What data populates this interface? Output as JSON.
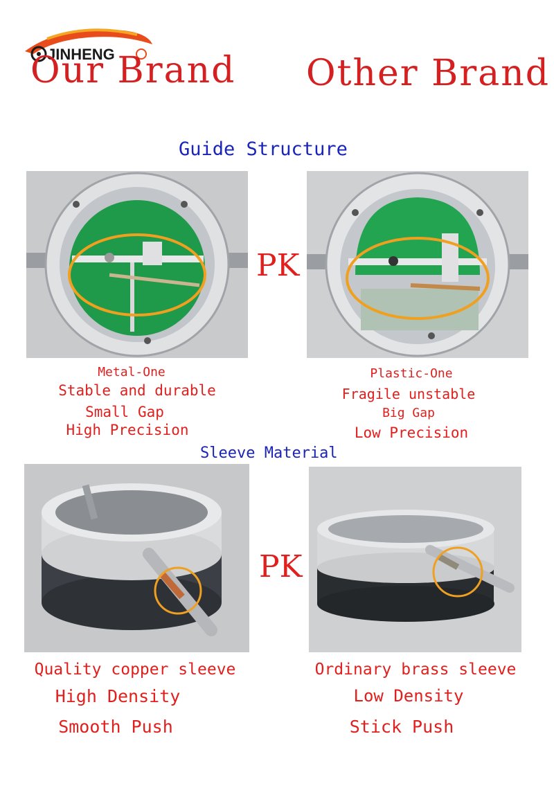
{
  "logo": {
    "text": "JINHENG",
    "colors": {
      "swoosh": "#e84c1a",
      "swoosh2": "#f5a623",
      "text": "#1a1a1a"
    }
  },
  "header": {
    "our_brand": "Our Brand",
    "other_brand": "Other Brand"
  },
  "sections": {
    "guide": "Guide Structure",
    "sleeve": "Sleeve Material"
  },
  "pk_label": "PK",
  "guide": {
    "ours": {
      "image": "metal-guide-photo",
      "lines": [
        "Metal-One",
        "Stable and durable",
        "Small Gap",
        "High Precision"
      ]
    },
    "other": {
      "image": "plastic-guide-photo",
      "lines": [
        "Plastic-One",
        "Fragile unstable",
        "Big Gap",
        "Low Precision"
      ]
    }
  },
  "sleeve": {
    "ours": {
      "image": "copper-sleeve-photo",
      "lines": [
        "Quality copper sleeve",
        "High Density",
        "Smooth Push"
      ]
    },
    "other": {
      "image": "brass-sleeve-photo",
      "lines": [
        "Ordinary brass sleeve",
        "Low Density",
        "Stick Push"
      ]
    }
  },
  "colors": {
    "red_text": "#e0201e",
    "blue_text": "#1a24b8",
    "highlight_ring": "#f0a020"
  }
}
